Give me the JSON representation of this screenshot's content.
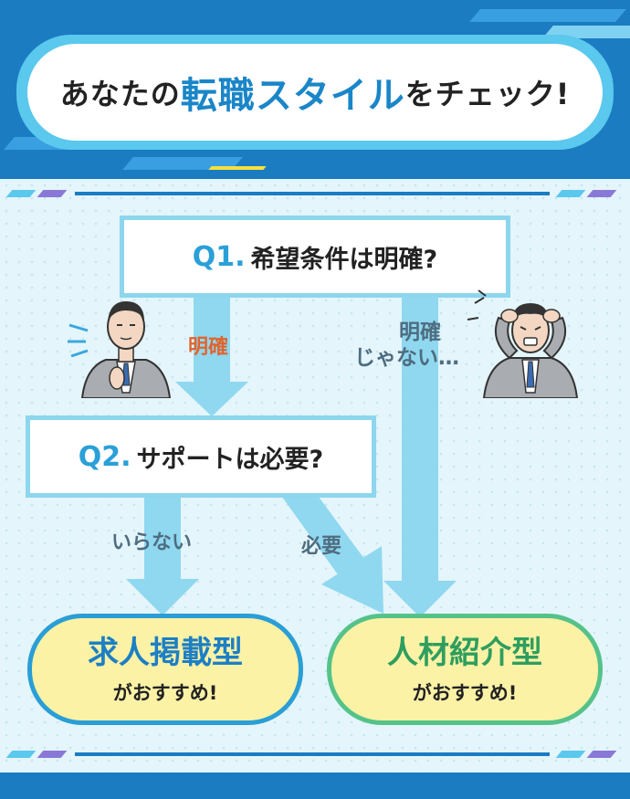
{
  "title": {
    "prefix": "あなたの",
    "accent": "転職スタイル",
    "suffix": "をチェック!"
  },
  "q1": {
    "number": "Q1.",
    "text": "希望条件は明確?"
  },
  "q2": {
    "number": "Q2.",
    "text": "サポートは必要?"
  },
  "branches": {
    "clear": "明確",
    "unclear_line1": "明確",
    "unclear_line2": "じゃない…",
    "not_needed": "いらない",
    "needed": "必要"
  },
  "results": {
    "job_posting": {
      "title": "求人掲載型",
      "sub": "がおすすめ!"
    },
    "agent": {
      "title": "人材紹介型",
      "sub": "がおすすめ!"
    }
  },
  "colors": {
    "header_blue": "#1b7cc2",
    "accent_cyan": "#5bc8ee",
    "arrow": "#8fd8f0",
    "result_fill": "#fbf2a6",
    "result_left_border": "#2a9ed6",
    "result_right_border": "#55c28a",
    "label_orange": "#e0642e",
    "label_slate": "#4f6d80"
  }
}
